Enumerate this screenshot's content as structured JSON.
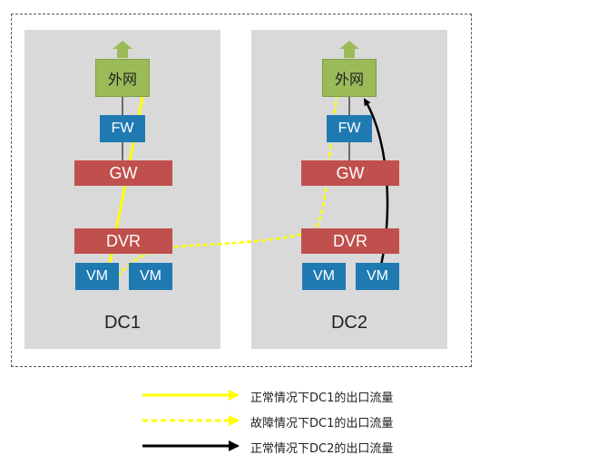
{
  "dc1": {
    "label": "DC1",
    "internet": "外网",
    "fw": "FW",
    "gw": "GW",
    "dvr": "DVR",
    "vm1": "VM",
    "vm2": "VM"
  },
  "dc2": {
    "label": "DC2",
    "internet": "外网",
    "fw": "FW",
    "gw": "GW",
    "dvr": "DVR",
    "vm1": "VM",
    "vm2": "VM"
  },
  "legend": [
    {
      "text": "正常情况下DC1的出口流量",
      "color": "#ffff00",
      "style": "solid"
    },
    {
      "text": "故障情况下DC1的出口流量",
      "color": "#ffff00",
      "style": "dashed"
    },
    {
      "text": "正常情况下DC2的出口流量",
      "color": "#000000",
      "style": "solid"
    }
  ],
  "colors": {
    "panel": "#d9d9d9",
    "internet": "#9bbb59",
    "device_blue": "#1f7ab2",
    "device_red": "#c0504d"
  }
}
